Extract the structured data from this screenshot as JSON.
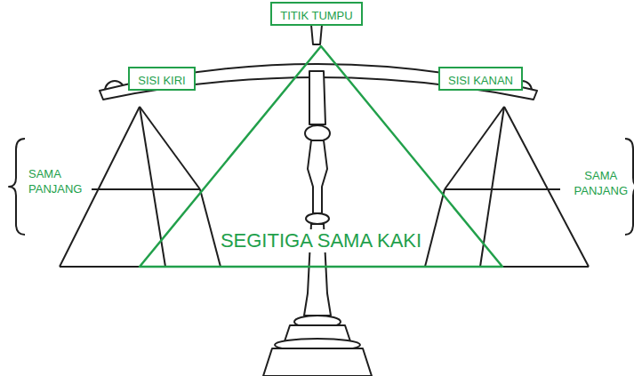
{
  "diagram": {
    "nodes": [
      {
        "text": [
          "TITIK TUMPU"
        ]
      },
      {
        "text": [
          "SISI KIRI"
        ]
      },
      {
        "text": [
          "SISI KANAN"
        ]
      },
      {
        "text": [
          "SEGITIGA SAMA KAKI"
        ]
      }
    ],
    "labels": [
      "SAMA PANJANG",
      "SAMA PANJANG"
    ]
  }
}
